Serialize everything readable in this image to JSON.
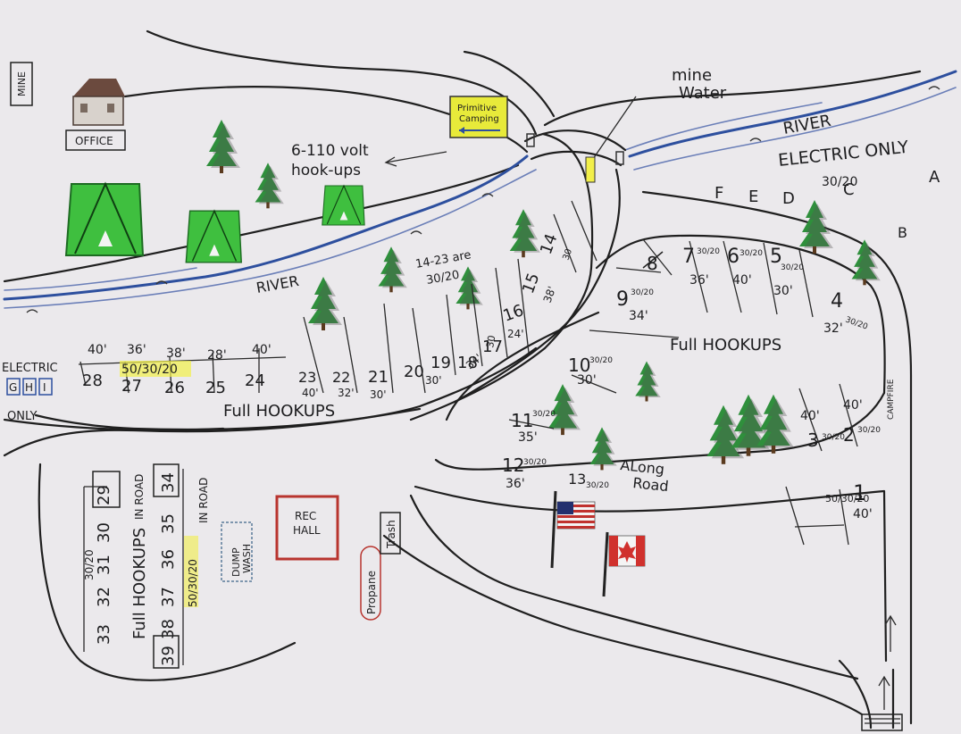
{
  "labels": {
    "mine": "MINE",
    "office": "OFFICE",
    "primitive_line1": "Primitive",
    "primitive_line2": "Camping",
    "hookups_line1": "6-110 volt",
    "hookups_line2": "hook-ups",
    "mine_water_line1": "mine",
    "mine_water_line2": "Water",
    "river_upper": "RIVER",
    "river_lower": "RIVER",
    "electric_only_right": "ELECTRIC ONLY",
    "amp_3020_right": "30/20",
    "letter_a": "A",
    "letter_b": "B",
    "letter_c": "C",
    "letter_d": "D",
    "letter_e": "E",
    "letter_f": "F",
    "range_note_line1": "14-23 are",
    "range_note_line2": "30/20",
    "full_hookups_right": "Full HOOKUPS",
    "full_hookups_lower": "Full HOOKUPS",
    "full_hookups_left": "Full HOOKUPS",
    "electric_left_line1": "ELECTRIC",
    "electric_left_line2": "ONLY",
    "site_g": "G",
    "site_h": "H",
    "site_i": "I",
    "amp_50_30_20": "50/30/20",
    "amp_50_30_20_left": "50/30/20",
    "amp_30_20_left": "30/20",
    "in_road_1": "IN ROAD",
    "in_road_2": "IN ROAD",
    "along_road_line1": "ALong",
    "along_road_line2": "Road",
    "rec_hall_line1": "REC",
    "rec_hall_line2": "HALL",
    "dump": "DUMP",
    "wash": "WASH",
    "propane": "Propane",
    "trash": "Trash",
    "campfire": "CAMPFIRE"
  },
  "sites_right": [
    {
      "num": "8",
      "amp": "",
      "len": ""
    },
    {
      "num": "7",
      "amp": "30/20",
      "len": "36'"
    },
    {
      "num": "6",
      "amp": "30/20",
      "len": "40'"
    },
    {
      "num": "5",
      "amp": "30/20",
      "len": "30'"
    },
    {
      "num": "4",
      "amp": "30/20",
      "len": "32'"
    },
    {
      "num": "9",
      "amp": "30/20",
      "len": "34'"
    },
    {
      "num": "10",
      "amp": "30/20",
      "len": "30'"
    },
    {
      "num": "11",
      "amp": "30/20",
      "len": "35'"
    },
    {
      "num": "12",
      "amp": "30/20",
      "len": "36'"
    },
    {
      "num": "13",
      "amp": "30/20",
      "len": ""
    },
    {
      "num": "3",
      "amp": "30/20",
      "len": "40'"
    },
    {
      "num": "2",
      "amp": "30/20",
      "len": "40'"
    },
    {
      "num": "1",
      "amp": "50/30/20",
      "len": "40'"
    },
    {
      "num": "14",
      "amp": "30",
      "len": ""
    },
    {
      "num": "15",
      "amp": "",
      "len": "38'"
    }
  ],
  "sites_river": [
    {
      "num": "28",
      "len": "40'"
    },
    {
      "num": "27",
      "len": "36'"
    },
    {
      "num": "26",
      "len": "38'"
    },
    {
      "num": "25",
      "len": "28'"
    },
    {
      "num": "24",
      "len": "40'"
    },
    {
      "num": "23",
      "len": "40'"
    },
    {
      "num": "22",
      "len": "32'"
    },
    {
      "num": "21",
      "len": "30'"
    },
    {
      "num": "20",
      "len": ""
    },
    {
      "num": "19",
      "len": "30'"
    },
    {
      "num": "18",
      "len": "34'"
    },
    {
      "num": "17",
      "len": "30"
    },
    {
      "num": "16",
      "len": "24'"
    }
  ],
  "sites_left": {
    "row1": [
      "29",
      "30",
      "31",
      "32",
      "33"
    ],
    "row2": [
      "34",
      "35",
      "36",
      "37",
      "38",
      "39"
    ]
  },
  "colors": {
    "paper": "#e9e7ea",
    "tent_green": "#3fbf3f",
    "tree_green": "#2f8f3c",
    "river_blue": "#2d4f9e",
    "rec_hall_red": "#b8342e",
    "sign_yellow": "#e8ea3a",
    "highlight_yellow": "#f2ef4a"
  },
  "icons": [
    "tent-icon",
    "pine-tree-icon",
    "house-icon",
    "us-flag-icon",
    "canada-flag-icon",
    "arrow-icon"
  ]
}
